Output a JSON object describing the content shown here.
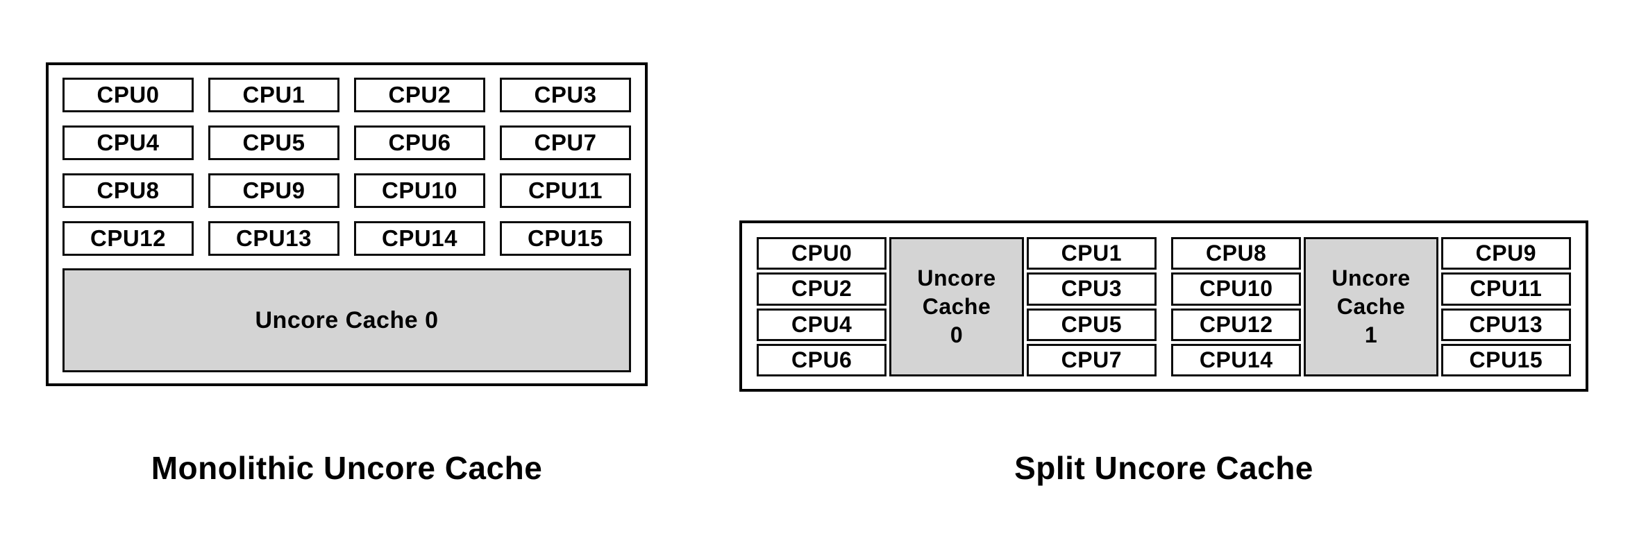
{
  "monolithic": {
    "caption": "Monolithic Uncore Cache",
    "cpus": [
      "CPU0",
      "CPU1",
      "CPU2",
      "CPU3",
      "CPU4",
      "CPU5",
      "CPU6",
      "CPU7",
      "CPU8",
      "CPU9",
      "CPU10",
      "CPU11",
      "CPU12",
      "CPU13",
      "CPU14",
      "CPU15"
    ],
    "cache_label": "Uncore Cache 0"
  },
  "split": {
    "caption": "Split Uncore Cache",
    "clusters": [
      {
        "left_cpus": [
          "CPU0",
          "CPU2",
          "CPU4",
          "CPU6"
        ],
        "cache": {
          "line1": "Uncore",
          "line2": "Cache",
          "line3": "0"
        },
        "right_cpus": [
          "CPU1",
          "CPU3",
          "CPU5",
          "CPU7"
        ]
      },
      {
        "left_cpus": [
          "CPU8",
          "CPU10",
          "CPU12",
          "CPU14"
        ],
        "cache": {
          "line1": "Uncore",
          "line2": "Cache",
          "line3": "1"
        },
        "right_cpus": [
          "CPU9",
          "CPU11",
          "CPU13",
          "CPU15"
        ]
      }
    ]
  },
  "colors": {
    "cache_fill": "#d4d4d4",
    "border": "#000000",
    "background": "#ffffff",
    "text": "#000000"
  }
}
